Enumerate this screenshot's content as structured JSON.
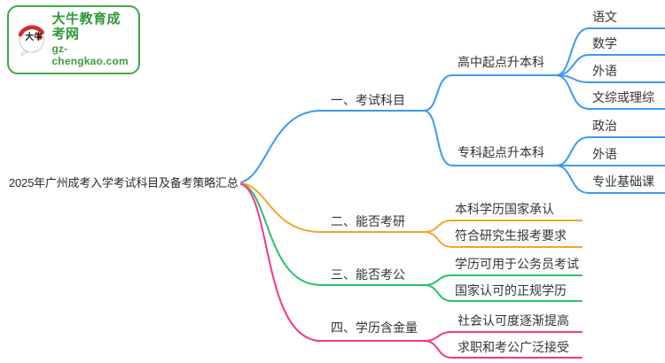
{
  "logo": {
    "icon_text": "大牛",
    "site_name": "大牛教育成考网",
    "site_url": "gz-chengkao.com"
  },
  "root": {
    "label": "2025年广州成考入学考试科目及备考策略汇总"
  },
  "colors": {
    "text": "#333333",
    "logo_green": "#2f9a38"
  },
  "branches": [
    {
      "label": "一、考试科目",
      "color": "#3a9af0",
      "children": [
        {
          "label": "高中起点升本科",
          "children": [
            {
              "label": "语文"
            },
            {
              "label": "数学"
            },
            {
              "label": "外语"
            },
            {
              "label": "文综或理综"
            }
          ]
        },
        {
          "label": "专科起点升本科",
          "children": [
            {
              "label": "政治"
            },
            {
              "label": "外语"
            },
            {
              "label": "专业基础课"
            }
          ]
        }
      ]
    },
    {
      "label": "二、能否考研",
      "color": "#f7a326",
      "children": [
        {
          "label": "本科学历国家承认"
        },
        {
          "label": "符合研究生报考要求"
        }
      ]
    },
    {
      "label": "三、能否考公",
      "color": "#2cc06f",
      "children": [
        {
          "label": "学历可用于公务员考试"
        },
        {
          "label": "国家认可的正规学历"
        }
      ]
    },
    {
      "label": "四、学历含金量",
      "color": "#f7358b",
      "children": [
        {
          "label": "社会认可度逐渐提高"
        },
        {
          "label": "求职和考公广泛接受"
        }
      ]
    }
  ]
}
